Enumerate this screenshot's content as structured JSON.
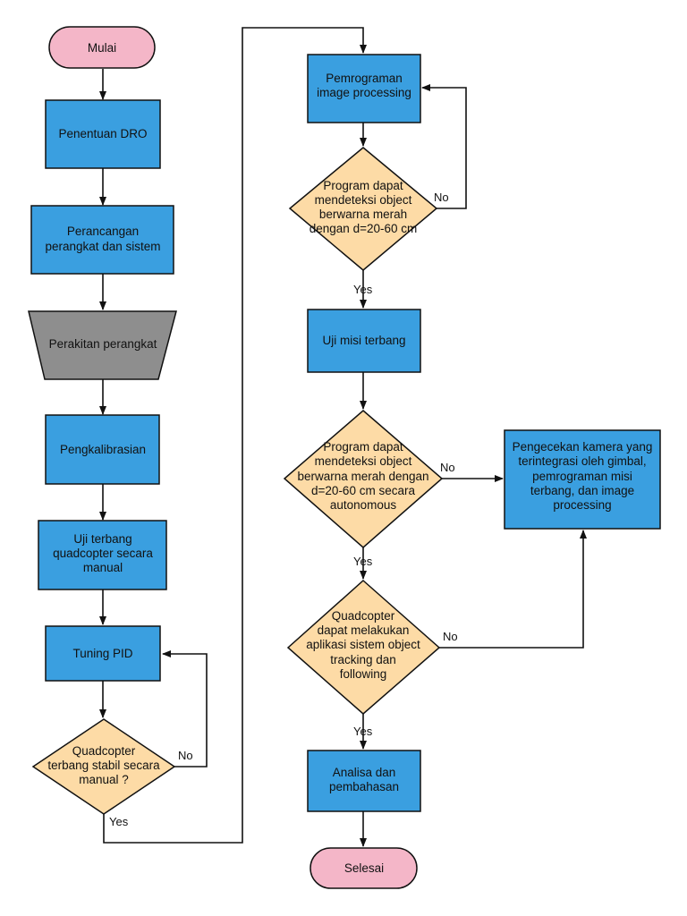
{
  "colors": {
    "terminal_fill": "#F4B6C8",
    "process_fill": "#3A9FE0",
    "decision_fill": "#FDDBA6",
    "manual_fill": "#8E8E8E",
    "stroke": "#111111"
  },
  "nodes": {
    "mulai": {
      "label": "Mulai",
      "shape": "terminal"
    },
    "penentuan_dro": {
      "label": "Penentuan DRO",
      "shape": "process"
    },
    "perancangan": {
      "label": "Perancangan perangkat dan sistem",
      "shape": "process"
    },
    "perakitan": {
      "label": "Perakitan perangkat",
      "shape": "manual-operation"
    },
    "pengkalibrasian": {
      "label": "Pengkalibrasian",
      "shape": "process"
    },
    "uji_terbang_manual": {
      "label": "Uji terbang quadcopter secara manual",
      "shape": "process"
    },
    "tuning_pid": {
      "label": "Tuning PID",
      "shape": "process"
    },
    "cek_stabil": {
      "label": "Quadcopter terbang stabil secara manual ?",
      "shape": "decision"
    },
    "pemrograman_ip": {
      "label": "Pemrograman image processing",
      "shape": "process"
    },
    "cek_deteksi": {
      "label": "Program dapat mendeteksi object berwarna merah dengan d=20-60 cm",
      "shape": "decision"
    },
    "uji_misi": {
      "label": "Uji misi terbang",
      "shape": "process"
    },
    "cek_deteksi_auto": {
      "label": "Program dapat mendeteksi object berwarna merah dengan d=20-60 cm secara autonomous",
      "shape": "decision"
    },
    "pengecekan": {
      "label": "Pengecekan kamera yang terintegrasi oleh gimbal, pemrograman misi terbang, dan image processing",
      "shape": "process"
    },
    "cek_tracking": {
      "label": "Quadcopter dapat melakukan aplikasi sistem object tracking dan following",
      "shape": "decision"
    },
    "analisa": {
      "label": "Analisa dan pembahasan",
      "shape": "process"
    },
    "selesai": {
      "label": "Selesai",
      "shape": "terminal"
    }
  },
  "edge_labels": {
    "stabil_no": "No",
    "stabil_yes": "Yes",
    "deteksi_no": "No",
    "deteksi_yes": "Yes",
    "auto_no": "No",
    "auto_yes": "Yes",
    "tracking_no": "No",
    "tracking_yes": "Yes"
  }
}
